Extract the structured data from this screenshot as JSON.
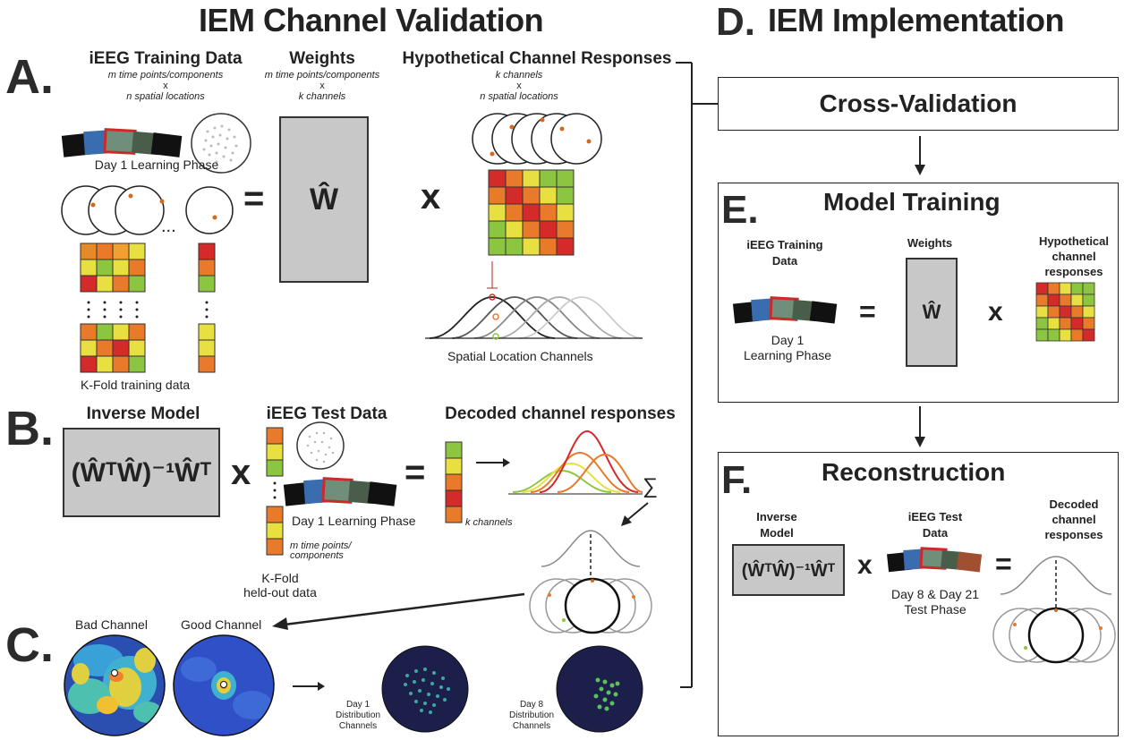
{
  "left_title": "IEM Channel Validation",
  "right_title": "IEM Implementation",
  "panel_a": {
    "letter": "A.",
    "training_head": "iEEG Training Data",
    "training_sub1": "m time points/components",
    "training_sub2": "x",
    "training_sub3": "n spatial locations",
    "weights_head": "Weights",
    "weights_sub1": "m time points/components",
    "weights_sub2": "x",
    "weights_sub3": "k channels",
    "hyp_head": "Hypothetical Channel Responses",
    "hyp_sub1": "k channels",
    "hyp_sub2": "x",
    "hyp_sub3": "n spatial locations",
    "learning_phase": "Day 1 Learning Phase",
    "equals": "=",
    "times": "x",
    "w_hat": "Ŵ",
    "kfold_label": "K-Fold training data",
    "spatial_channels": "Spatial Location Channels",
    "ellipsis": "..."
  },
  "panel_b": {
    "letter": "B.",
    "inverse_head": "Inverse Model",
    "inverse_formula": "(ŴᵀŴ)⁻¹Ŵᵀ",
    "test_head": "iEEG Test Data",
    "decoded_head": "Decoded channel responses",
    "learning_phase": "Day 1 Learning Phase",
    "m_time": "m time points/",
    "components": "components",
    "kfold1": "K-Fold",
    "kfold2": "held-out data",
    "k_channels": "k channels",
    "times": "x",
    "equals": "=",
    "sigma": "∑"
  },
  "panel_c": {
    "letter": "C.",
    "bad_channel": "Bad Channel",
    "good_channel": "Good Channel",
    "day1_1": "Day 1",
    "day1_2": "Distribution",
    "day1_3": "Channels",
    "day8_1": "Day 8",
    "day8_2": "Distribution",
    "day8_3": "Channels"
  },
  "panel_d": {
    "letter": "D.",
    "cross_validation": "Cross-Validation"
  },
  "panel_e": {
    "letter": "E.",
    "title": "Model Training",
    "training_1": "iEEG Training",
    "training_2": "Data",
    "weights": "Weights",
    "hyp_1": "Hypothetical",
    "hyp_2": "channel",
    "hyp_3": "responses",
    "day_1": "Day 1",
    "learning": "Learning Phase",
    "w_hat": "Ŵ",
    "equals": "=",
    "times": "x"
  },
  "panel_f": {
    "letter": "F.",
    "title": "Reconstruction",
    "inverse_1": "Inverse",
    "inverse_2": "Model",
    "test_1": "iEEG Test",
    "test_2": "Data",
    "decoded_1": "Decoded",
    "decoded_2": "channel",
    "decoded_3": "responses",
    "formula": "(ŴᵀŴ)⁻¹Ŵᵀ",
    "days_1": "Day 8 & Day 21",
    "days_2": "Test Phase",
    "times": "x",
    "equals": "="
  }
}
